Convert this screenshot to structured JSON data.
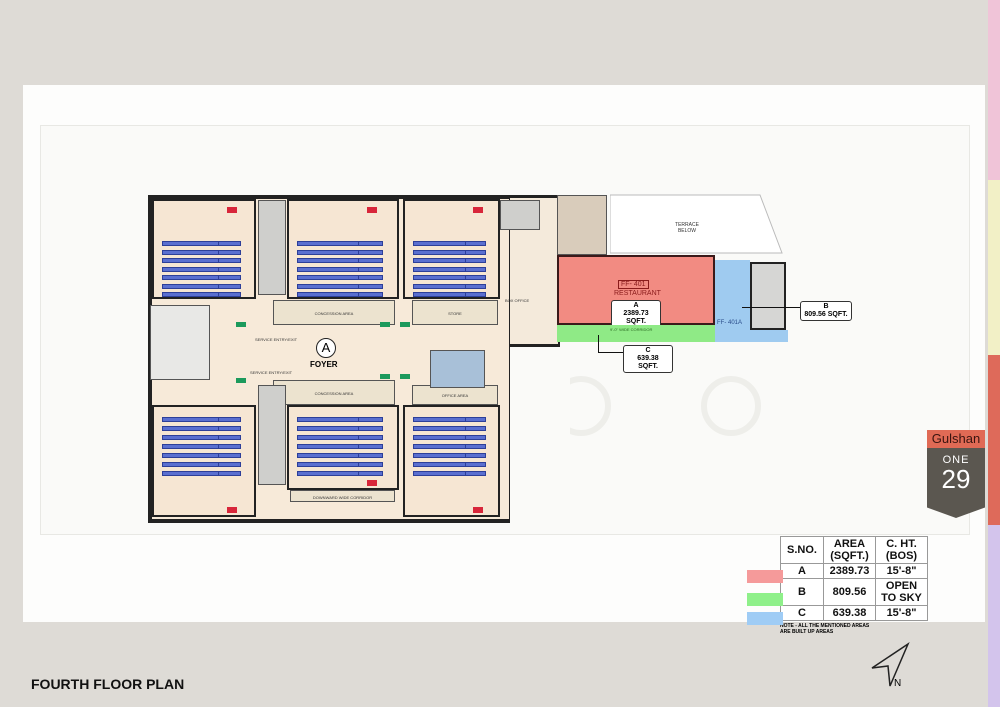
{
  "title": "FOURTH FLOOR PLAN",
  "logo": {
    "brand": "Gulshan",
    "line1": "ONE",
    "line2": "29",
    "brand_color": "#e06a55",
    "body_color": "#5b5750"
  },
  "side_strip_colors": [
    "#f0c4d8",
    "#f2f0c6",
    "#de6a5a",
    "#d3c4ec"
  ],
  "plan": {
    "foyer_marker": "A",
    "foyer_label": "FOYER",
    "concession_label": "CONCESSION AREA",
    "store_label": "STORE",
    "office_label": "OFFICE AREA",
    "box_office_label": "BOX OFFICE",
    "service_entry_label": "SERVICE ENTRY/EXIT",
    "passage_label": "DOWNWARD WIDE CORRIDOR",
    "terrace_label": "TERRACE BELOW",
    "restaurant_unit": "FF- 401",
    "restaurant_label": "RESTAURANT",
    "unit_b": "FF- 401A",
    "corridor_label": "9'-0\" WIDE CORRIDOR",
    "callouts": [
      {
        "key": "A",
        "area": "2389.73 SQFT."
      },
      {
        "key": "B",
        "area": "809.56 SQFT."
      },
      {
        "key": "C",
        "area": "639.38 SQFT."
      }
    ],
    "zone_colors": {
      "A": "#f28b82",
      "B": "#8fea86",
      "C": "#9fcbf0"
    }
  },
  "area_table": {
    "headers": [
      "S.NO.",
      "AREA (SQFT.)",
      "C. HT. (BOS)"
    ],
    "rows": [
      {
        "sno": "A",
        "area": "2389.73",
        "height": "15'-8\"",
        "color": "#f59a9a"
      },
      {
        "sno": "B",
        "area": "809.56",
        "height": "OPEN TO SKY",
        "color": "#8ff08a"
      },
      {
        "sno": "C",
        "area": "639.38",
        "height": "15'-8\"",
        "color": "#9fccf5"
      }
    ],
    "note": "NOTE - ALL THE MENTIONED AREAS ARE BUILT UP AREAS"
  },
  "north_label": "N"
}
